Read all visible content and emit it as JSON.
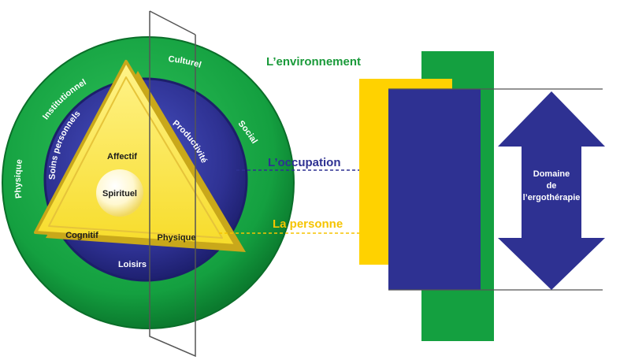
{
  "headings": {
    "environment": "L’environnement",
    "occupation": "L’occupation",
    "person": "La personne"
  },
  "circle_labels": {
    "institutionnel": "Institutionnel",
    "culturel": "Culturel",
    "social": "Social",
    "physique_outer": "Physique",
    "soins": "Soins personnels",
    "productivite": "Productivité",
    "loisirs": "Loisirs",
    "affectif": "Affectif",
    "spirituel": "Spirituel",
    "cognitif": "Cognitif",
    "physique_inner": "Physique"
  },
  "domain_label": {
    "line1": "Domaine",
    "line2": "de",
    "line3": "l’ergothérapie"
  },
  "colors": {
    "green": "#14a040",
    "dark_green": "#0c7a30",
    "blue": "#2e3192",
    "yellow": "#ffd700",
    "heading_green": "#1a9a3a",
    "heading_blue": "#2e3192",
    "heading_yellow": "#f5c400"
  }
}
